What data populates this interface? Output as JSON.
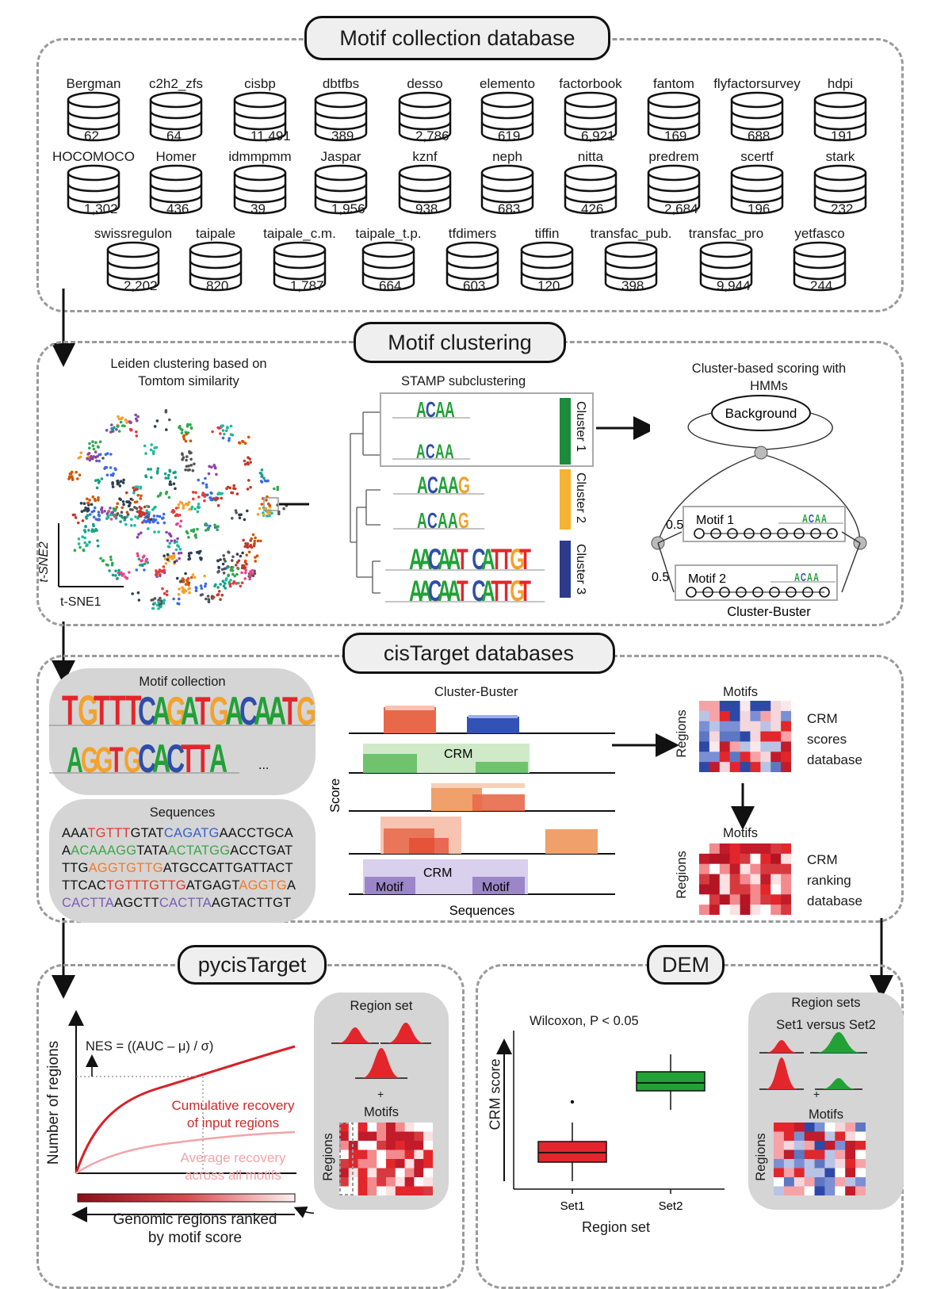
{
  "sections": {
    "motif_collection": "Motif collection database",
    "motif_clustering": "Motif clustering",
    "cistarget_databases": "cisTarget databases",
    "pycistarget": "pycisTarget",
    "dem": "DEM"
  },
  "databases": [
    {
      "name": "Bergman",
      "count": "62"
    },
    {
      "name": "c2h2_zfs",
      "count": "64"
    },
    {
      "name": "cisbp",
      "count": "11,491"
    },
    {
      "name": "dbtfbs",
      "count": "389"
    },
    {
      "name": "desso",
      "count": "2,786"
    },
    {
      "name": "elemento",
      "count": "619"
    },
    {
      "name": "factorbook",
      "count": "6,921"
    },
    {
      "name": "fantom",
      "count": "169"
    },
    {
      "name": "flyfactorsurvey",
      "count": "688"
    },
    {
      "name": "hdpi",
      "count": "191"
    },
    {
      "name": "HOCOMOCO",
      "count": "1,302"
    },
    {
      "name": "Homer",
      "count": "436"
    },
    {
      "name": "idmmpmm",
      "count": "39"
    },
    {
      "name": "Jaspar",
      "count": "1,956"
    },
    {
      "name": "kznf",
      "count": "938"
    },
    {
      "name": "neph",
      "count": "683"
    },
    {
      "name": "nitta",
      "count": "426"
    },
    {
      "name": "predrem",
      "count": "2,684"
    },
    {
      "name": "scertf",
      "count": "196"
    },
    {
      "name": "stark",
      "count": "232"
    },
    {
      "name": "swissregulon",
      "count": "2,202"
    },
    {
      "name": "taipale",
      "count": "820"
    },
    {
      "name": "taipale_c.m.",
      "count": "1,787"
    },
    {
      "name": "taipale_t.p.",
      "count": "664"
    },
    {
      "name": "tfdimers",
      "count": "603"
    },
    {
      "name": "tiffin",
      "count": "120"
    },
    {
      "name": "transfac_pub.",
      "count": "398"
    },
    {
      "name": "transfac_pro",
      "count": "9,944"
    },
    {
      "name": "yetfasco",
      "count": "244"
    }
  ],
  "clustering": {
    "leiden_title": "Leiden clustering  based on\nTomtom similarity",
    "axis_y": "t-SNE2",
    "axis_x": "t-SNE1",
    "stamp_title": "STAMP subclustering",
    "clusters": [
      "Cluster 1",
      "Cluster 2",
      "Cluster 3"
    ],
    "cluster_colors": [
      "#1e8a3c",
      "#f5b335",
      "#2e3a8c"
    ],
    "logos": [
      "ACAA",
      "ACAA",
      "ACAAG",
      "ACAAG",
      "AACAAT CATTGT",
      "AACAAT CATTGT"
    ],
    "hmm_title": "Cluster-based scoring with\nHMMs",
    "background": "Background",
    "motif1": "Motif 1",
    "motif2": "Motif 2",
    "motif1_logo": "ACAA",
    "motif2_logo": "ACAA",
    "prob1": "0.5",
    "prob2": "0.5",
    "cluster_buster": "Cluster-Buster"
  },
  "cistarget": {
    "motif_collection": "Motif collection",
    "logos": [
      "TGTTT",
      "CAGATG",
      "ACAATG",
      "AGGTG",
      "CACTTA",
      "..."
    ],
    "sequences_title": "Sequences",
    "sequences": [
      [
        [
          "AAA",
          "#111"
        ],
        [
          "TGTTT",
          "#e03a2f"
        ],
        [
          "GTAT",
          "#111"
        ],
        [
          "CAGATG",
          "#3a5fc8"
        ],
        [
          "AACCTGCA",
          "#111"
        ]
      ],
      [
        [
          "A",
          "#111"
        ],
        [
          "ACAAAGG",
          "#3aa648"
        ],
        [
          "TATA",
          "#111"
        ],
        [
          "ACTATGG",
          "#3aa648"
        ],
        [
          "ACCTGAT",
          "#111"
        ]
      ],
      [
        [
          "TTG",
          "#111"
        ],
        [
          "AGGTGTTG",
          "#f07a2a"
        ],
        [
          "ATGCCATTGATTACT",
          "#111"
        ]
      ],
      [
        [
          "TTCAC",
          "#111"
        ],
        [
          "TGTTTGTTG",
          "#e03a2f"
        ],
        [
          "ATGAGT",
          "#111"
        ],
        [
          "AGGTG",
          "#f07a2a"
        ],
        [
          "A",
          "#111"
        ]
      ],
      [
        [
          "CACTTA",
          "#7a5cb8"
        ],
        [
          "AGCTT",
          "#111"
        ],
        [
          "CACTTA",
          "#7a5cb8"
        ],
        [
          "AGTACTTGT",
          "#111"
        ]
      ]
    ],
    "cluster_buster": "Cluster-Buster",
    "score": "Score",
    "crm": "CRM",
    "motif": "Motif",
    "sequences_axis": "Sequences",
    "motifs": "Motifs",
    "regions": "Regions",
    "scores_db": "CRM\nscores\ndatabase",
    "ranking_db": "CRM\nranking\ndatabase"
  },
  "pycistarget": {
    "ylabel": "Number of regions",
    "nes": "NES = ((AUC – μ) / σ)",
    "cumulative": "Cumulative recovery\nof input regions",
    "average": "Average recovery\nacross all motifs",
    "xlabel": "Genomic regions ranked\nby motif score",
    "region_set": "Region set",
    "plus": "+",
    "motifs": "Motifs",
    "regions": "Regions"
  },
  "dem": {
    "test": "Wilcoxon, P < 0.05",
    "ylabel": "CRM score",
    "xlabel": "Region set",
    "region_sets": "Region sets",
    "set_vs": "Set1 versus Set2",
    "plus": "+",
    "motifs": "Motifs",
    "regions": "Regions"
  },
  "chart_data": {
    "type": "box",
    "categories": [
      "Set1",
      "Set2"
    ],
    "xlabel": "Region set",
    "ylabel": "CRM score",
    "colors": [
      "#e3262b",
      "#21a136"
    ],
    "boxes": [
      {
        "name": "Set1",
        "whisker_low": 0.05,
        "q1": 0.17,
        "median": 0.23,
        "q3": 0.3,
        "whisker_high": 0.42,
        "outliers": [
          0.55
        ]
      },
      {
        "name": "Set2",
        "whisker_low": 0.5,
        "q1": 0.62,
        "median": 0.67,
        "q3": 0.74,
        "whisker_high": 0.85,
        "outliers": []
      }
    ]
  }
}
